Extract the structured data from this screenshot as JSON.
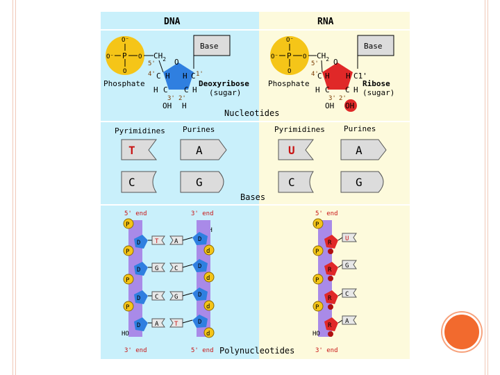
{
  "headers": {
    "dna": "DNA",
    "rna": "RNA"
  },
  "nucleotides": {
    "title": "Nucleotides",
    "base": "Base",
    "phosphate": "Phosphate",
    "o_minus": "O⁻",
    "p": "P",
    "o": "O",
    "ch2": "CH",
    "sub2": "2",
    "c5": "5'",
    "c4": "4'",
    "c3": "3'",
    "c2": "2'",
    "c1": "1'",
    "c1b": "C1'",
    "h": "H",
    "c": "C",
    "oh": "OH",
    "deoxyribose": "Deoxyribose",
    "ribose": "Ribose",
    "sugar": "(sugar)"
  },
  "bases": {
    "title": "Bases",
    "pyrimidines": "Pyrimidines",
    "purines": "Purines",
    "dna_row1": [
      "T",
      "A"
    ],
    "dna_row2": [
      "C",
      "G"
    ],
    "rna_row1": [
      "U",
      "A"
    ],
    "rna_row2": [
      "C",
      "G"
    ]
  },
  "poly": {
    "title": "Polynucleotides",
    "end5": "5' end",
    "end3": "3' end",
    "oh": "OH",
    "ho": "HO",
    "p": "P",
    "d": "D",
    "r": "R",
    "dna_left": [
      "T",
      "G",
      "C",
      "A"
    ],
    "dna_right": [
      "A",
      "C",
      "G",
      "T"
    ],
    "rna": [
      "U",
      "G",
      "C",
      "A"
    ]
  },
  "colors": {
    "dna_bg": "#c9f0fb",
    "rna_bg": "#fdfadc",
    "phosphate": "#f5c518",
    "deoxyribose": "#2f7fe0",
    "ribose": "#e02828",
    "strand": "#a98ae8"
  }
}
